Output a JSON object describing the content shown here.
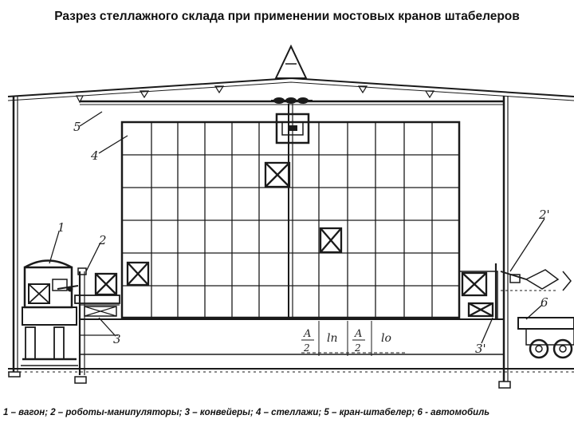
{
  "title": "Разрез стеллажного склада при применении мостовых кранов штабелеров",
  "caption": "1 – вагон; 2 – роботы-манипуляторы; 3 – конвейеры; 4 – стеллажи; 5 – кран-штабелер; 6 - автомобиль",
  "labels": {
    "n1": "1",
    "n2": "2",
    "n3": "3",
    "n4": "4",
    "n5": "5",
    "n6": "6",
    "n2p": "2'",
    "n3p": "3'"
  },
  "dims": {
    "a1": "A",
    "a1b": "2",
    "ln": "ln",
    "a2": "A",
    "a2b": "2",
    "lo": "lo"
  }
}
